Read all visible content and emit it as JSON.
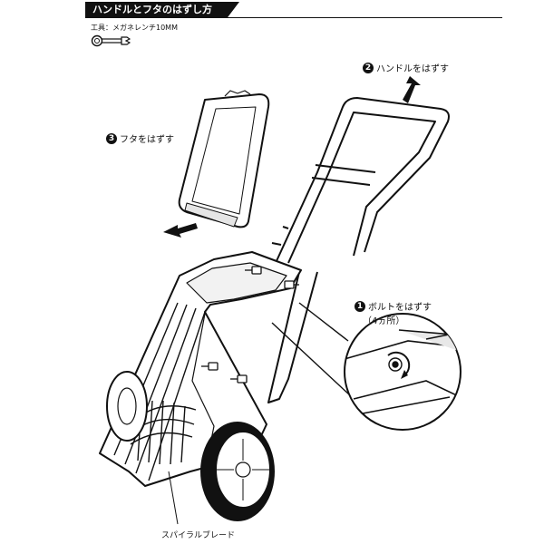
{
  "header": {
    "title": "ハンドルとフタのはずし方"
  },
  "tool": {
    "text": "工具：メガネレンチ10MM"
  },
  "steps": [
    {
      "num": "2",
      "text": "ハンドルをはずす"
    },
    {
      "num": "3",
      "text": "フタをはずす"
    },
    {
      "num": "1",
      "text": "ボルトをはずす",
      "sub": "（4ヵ所）"
    }
  ],
  "parts": {
    "blade": "スパイラルブレード"
  },
  "icons": [
    "wrench-icon",
    "arrow-icon",
    "bolt-icon",
    "rotate-arrow-icon"
  ]
}
